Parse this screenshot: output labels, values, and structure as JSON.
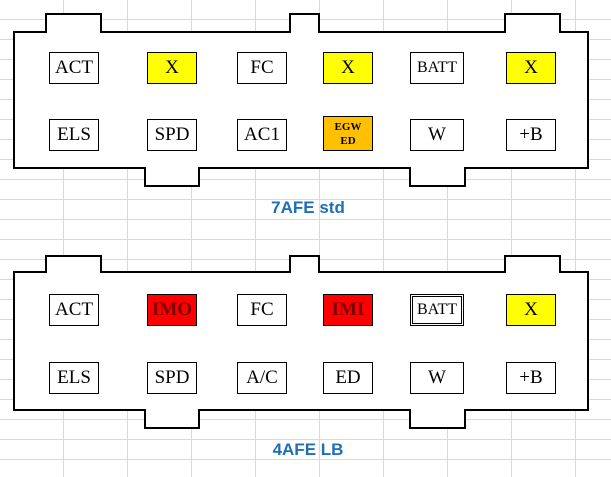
{
  "connectors": [
    {
      "title": "7AFE std",
      "top_row": [
        {
          "label": "ACT",
          "color": "white"
        },
        {
          "label": "X",
          "color": "yellow"
        },
        {
          "label": "FC",
          "color": "white"
        },
        {
          "label": "X",
          "color": "yellow"
        },
        {
          "label": "BATT",
          "color": "white"
        },
        {
          "label": "X",
          "color": "yellow"
        }
      ],
      "bottom_row": [
        {
          "label": "ELS",
          "color": "white"
        },
        {
          "label": "SPD",
          "color": "white"
        },
        {
          "label": "AC1",
          "color": "white"
        },
        {
          "label": "EGW\nED",
          "color": "orange"
        },
        {
          "label": "W",
          "color": "white"
        },
        {
          "label": "+B",
          "color": "white"
        }
      ]
    },
    {
      "title": "4AFE LB",
      "top_row": [
        {
          "label": "ACT",
          "color": "white"
        },
        {
          "label": "IMO",
          "color": "red"
        },
        {
          "label": "FC",
          "color": "white"
        },
        {
          "label": "IMI",
          "color": "red"
        },
        {
          "label": "BATT",
          "color": "white"
        },
        {
          "label": "X",
          "color": "yellow"
        }
      ],
      "bottom_row": [
        {
          "label": "ELS",
          "color": "white"
        },
        {
          "label": "SPD",
          "color": "white"
        },
        {
          "label": "A/C",
          "color": "white"
        },
        {
          "label": "ED",
          "color": "white"
        },
        {
          "label": "W",
          "color": "white"
        },
        {
          "label": "+B",
          "color": "white"
        }
      ]
    }
  ]
}
